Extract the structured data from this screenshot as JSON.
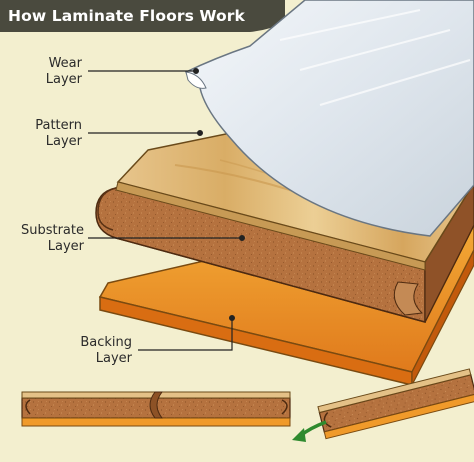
{
  "title": "How Laminate Floors Work",
  "layers": [
    {
      "id": "wear",
      "line1": "Wear",
      "line2": "Layer"
    },
    {
      "id": "pattern",
      "line1": "Pattern",
      "line2": "Layer"
    },
    {
      "id": "substrate",
      "line1": "Substrate",
      "line2": "Layer"
    },
    {
      "id": "backing",
      "line1": "Backing",
      "line2": "Layer"
    }
  ],
  "colors": {
    "background": "#f3efcf",
    "title_bar": "#4a4a3e",
    "wear_layer": "#e4ebf1",
    "pattern_layer": "#e2bd7c",
    "substrate": "#b5723f",
    "backing": "#f09a2a",
    "arrow": "#2e8a2e"
  }
}
